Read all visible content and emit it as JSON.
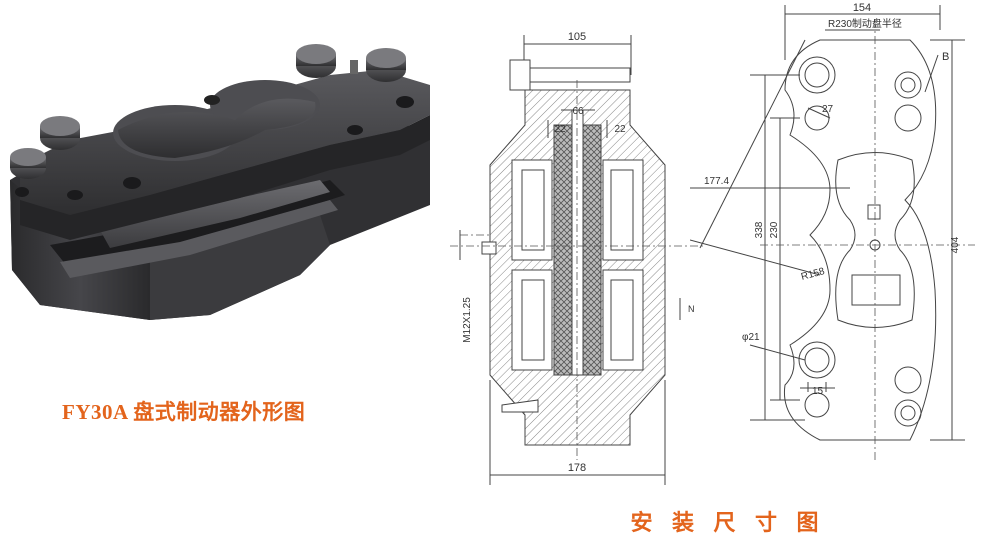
{
  "captions": {
    "product_view": "FY30A 盘式制动器外形图",
    "install_dims": "安 装 尺 寸 图"
  },
  "section_view": {
    "dim_width_top": "105",
    "dim_inner_66": "66",
    "dim_left_22": "22",
    "dim_right_22": "22",
    "dim_width_bottom": "178",
    "thread_label": "M12X1.25",
    "section_mark": "N"
  },
  "front_view": {
    "dim_width_top": "154",
    "radius_disc_label": "R230制动盘半径",
    "radius_158": "R158",
    "dim_177": "177.4",
    "dim_338": "338",
    "dim_230": "230",
    "dim_404": "404",
    "dim_27": "27",
    "dim_hole_phi21": "φ21",
    "dim_15": "15",
    "corner_mark": "B"
  },
  "colors": {
    "caption": "#e3641c",
    "body_dark": "#3a3a3c",
    "line": "#444444"
  }
}
